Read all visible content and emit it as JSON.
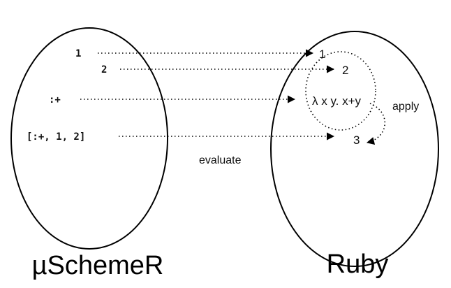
{
  "left_set": {
    "label": "µSchemeR",
    "items": [
      "1",
      "2",
      ":+",
      "[:+, 1, 2]"
    ]
  },
  "right_set": {
    "label": "Ruby",
    "items": [
      "1",
      "2",
      "λ x y. x+y",
      "3"
    ]
  },
  "mapping_label": "evaluate",
  "apply_label": "apply",
  "colors": {
    "stroke": "#000000",
    "text": "#111111",
    "background": "#ffffff"
  }
}
